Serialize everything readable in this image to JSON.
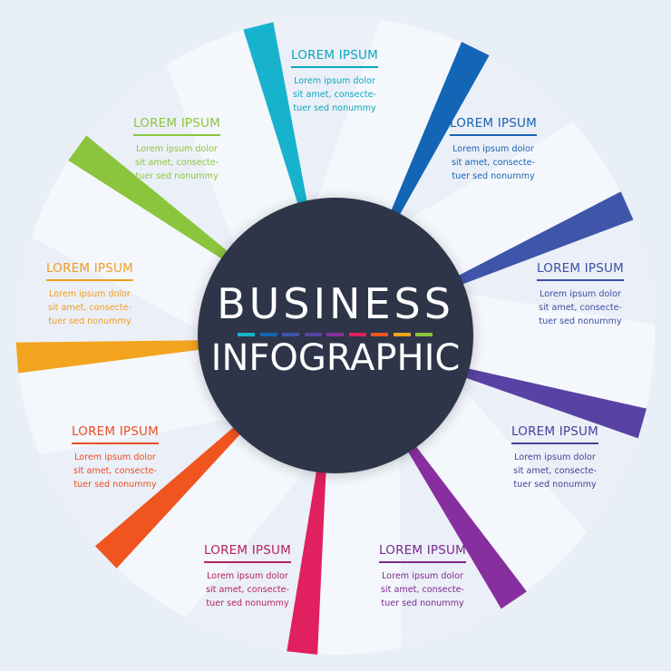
{
  "title": {
    "line1": "BUSINESS",
    "line2": "INFOGRAPHIC"
  },
  "colors": {
    "background": "#e9eff7",
    "wheel": "#f4f7fc",
    "center": "#2d3649"
  },
  "segments": [
    {
      "heading": "LOREM IPSUM",
      "body": [
        "Lorem ipsum dolor",
        "sit amet, consecte-",
        "tuer sed nonummy"
      ],
      "color": "#0aa8c0"
    },
    {
      "heading": "LOREM IPSUM",
      "body": [
        "Lorem ipsum dolor",
        "sit amet, consecte-",
        "tuer sed nonummy"
      ],
      "color": "#1a63b3"
    },
    {
      "heading": "LOREM IPSUM",
      "body": [
        "Lorem ipsum dolor",
        "sit amet, consecte-",
        "tuer sed nonummy"
      ],
      "color": "#3b4fa3"
    },
    {
      "heading": "LOREM IPSUM",
      "body": [
        "Lorem ipsum dolor",
        "sit amet, consecte-",
        "tuer sed nonummy"
      ],
      "color": "#4d3d99"
    },
    {
      "heading": "LOREM IPSUM",
      "body": [
        "Lorem ipsum dolor",
        "sit amet, consecte-",
        "tuer sed nonummy"
      ],
      "color": "#7a2a8e"
    },
    {
      "heading": "LOREM IPSUM",
      "body": [
        "Lorem ipsum dolor",
        "sit amet, consecte-",
        "tuer sed nonummy"
      ],
      "color": "#b5225f"
    },
    {
      "heading": "LOREM IPSUM",
      "body": [
        "Lorem ipsum dolor",
        "sit amet, consecte-",
        "tuer sed nonummy"
      ],
      "color": "#e94e27"
    },
    {
      "heading": "LOREM IPSUM",
      "body": [
        "Lorem ipsum dolor",
        "sit amet, consecte-",
        "tuer sed nonummy"
      ],
      "color": "#ef9d22"
    },
    {
      "heading": "LOREM IPSUM",
      "body": [
        "Lorem ipsum dolor",
        "sit amet, consecte-",
        "tuer sed nonummy"
      ],
      "color": "#8cc63f"
    }
  ],
  "spokes": [
    {
      "color": "#17b3cc"
    },
    {
      "color": "#1366b5"
    },
    {
      "color": "#3f55aa"
    },
    {
      "color": "#5842a3"
    },
    {
      "color": "#882fa0"
    },
    {
      "color": "#e0205f"
    },
    {
      "color": "#f0541f"
    },
    {
      "color": "#f2a41f"
    },
    {
      "color": "#8ac53d"
    }
  ],
  "dash_colors": [
    "#17b3cc",
    "#1366b5",
    "#3f55aa",
    "#5842a3",
    "#882fa0",
    "#e0205f",
    "#f0541f",
    "#f2a41f",
    "#8ac53d"
  ]
}
